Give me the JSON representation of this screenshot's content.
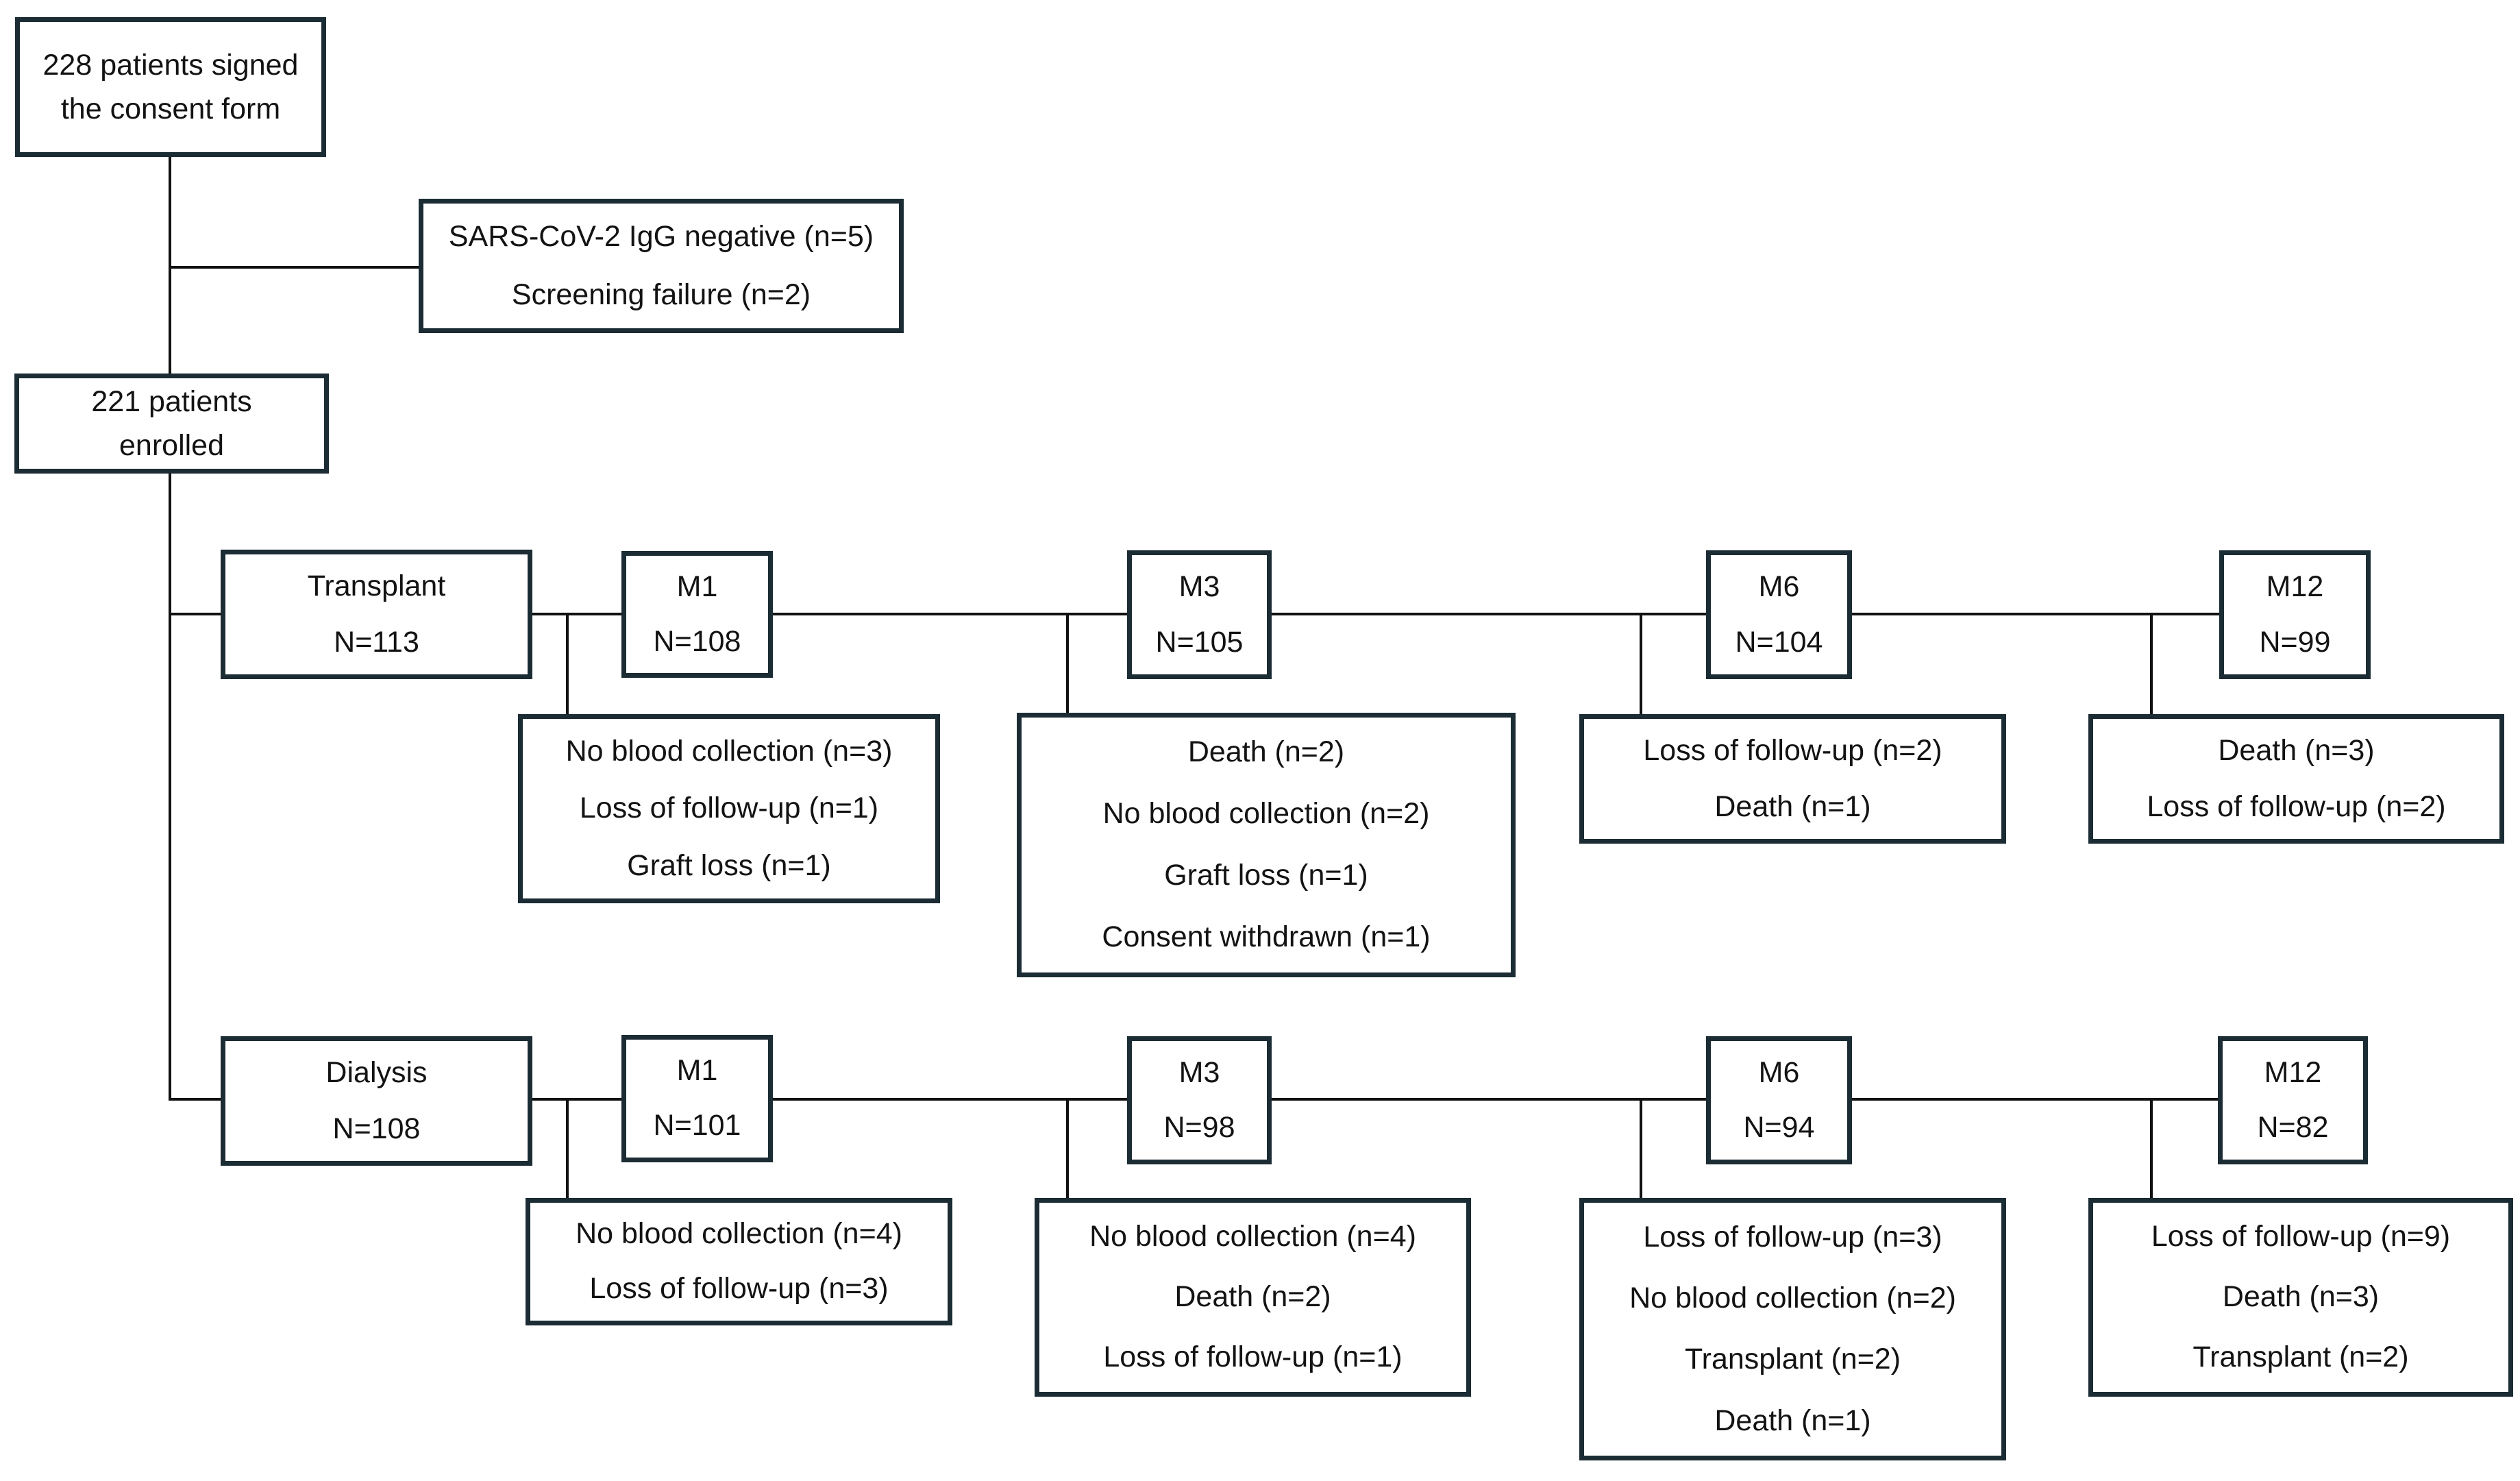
{
  "palette": {
    "box_border": "#1b2c34",
    "line": "#111111",
    "text": "#131313",
    "background": "#ffffff"
  },
  "flow": {
    "consent": {
      "line1": "228 patients signed",
      "line2": "the consent form"
    },
    "excluded": {
      "line1": "SARS-CoV-2 IgG negative (n=5)",
      "line2": "Screening failure (n=2)"
    },
    "enrolled": {
      "line1": "221 patients",
      "line2": "enrolled"
    },
    "transplant": {
      "group_label": "Transplant",
      "group_n": "N=113",
      "m1_label": "M1",
      "m1_n": "N=108",
      "m3_label": "M3",
      "m3_n": "N=105",
      "m6_label": "M6",
      "m6_n": "N=104",
      "m12_label": "M12",
      "m12_n": "N=99",
      "drop_m1": [
        "No blood collection (n=3)",
        "Loss of follow-up (n=1)",
        "Graft loss (n=1)"
      ],
      "drop_m3": [
        "Death (n=2)",
        "No blood collection (n=2)",
        "Graft loss (n=1)",
        "Consent withdrawn (n=1)"
      ],
      "drop_m6": [
        "Loss of follow-up (n=2)",
        "Death (n=1)"
      ],
      "drop_m12": [
        "Death (n=3)",
        "Loss of follow-up (n=2)"
      ]
    },
    "dialysis": {
      "group_label": "Dialysis",
      "group_n": "N=108",
      "m1_label": "M1",
      "m1_n": "N=101",
      "m3_label": "M3",
      "m3_n": "N=98",
      "m6_label": "M6",
      "m6_n": "N=94",
      "m12_label": "M12",
      "m12_n": "N=82",
      "drop_m1": [
        "No blood collection (n=4)",
        "Loss of follow-up (n=3)"
      ],
      "drop_m3": [
        "No blood collection (n=4)",
        "Death (n=2)",
        "Loss of follow-up (n=1)"
      ],
      "drop_m6": [
        "Loss of follow-up (n=3)",
        "No blood collection (n=2)",
        "Transplant (n=2)",
        "Death (n=1)"
      ],
      "drop_m12": [
        "Loss of follow-up (n=9)",
        "Death (n=3)",
        "Transplant (n=2)"
      ]
    }
  }
}
